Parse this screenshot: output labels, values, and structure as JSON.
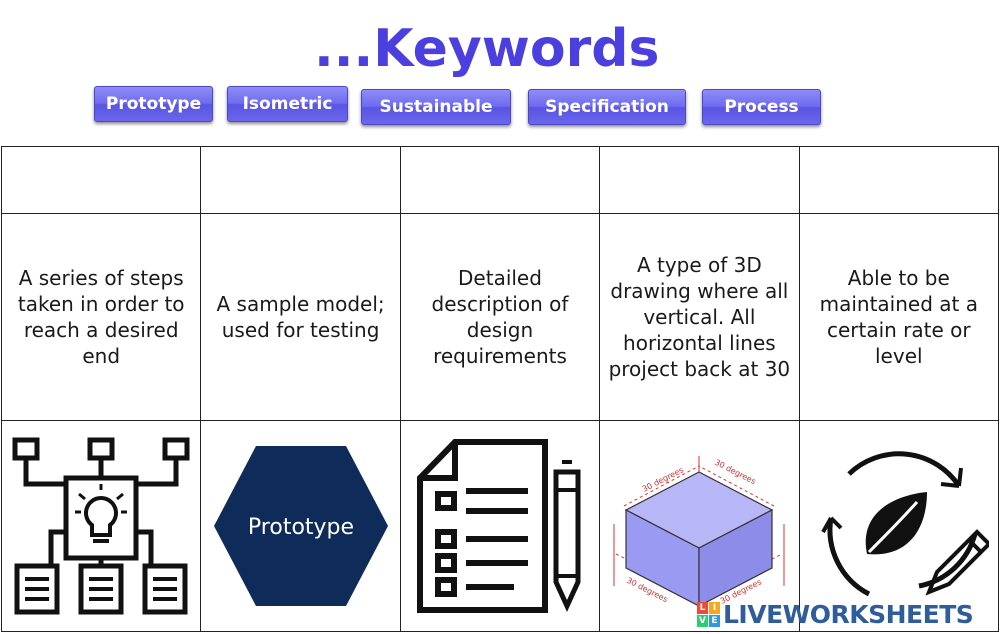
{
  "title": "...Keywords",
  "keywords": [
    "Prototype",
    "Isometric",
    "Sustainable",
    "Specification",
    "Process"
  ],
  "definitions": [
    "A series of steps taken in order to reach a desired end",
    "A sample model; used for testing",
    "Detailed description of design requirements",
    "A type of 3D drawing where all vertical. All horizontal lines project back at 30",
    "Able to be maintained at a certain rate or level"
  ],
  "images": [
    {
      "icon": "flowchart-lightbulb-icon"
    },
    {
      "icon": "prototype-hexagon-icon",
      "label": "Prototype",
      "color": "#0f2b5a"
    },
    {
      "icon": "specification-document-pencil-icon"
    },
    {
      "icon": "isometric-cube-icon",
      "caption": "30 degrees",
      "color": "#9a9af2"
    },
    {
      "icon": "sustainable-leaf-pencil-icon"
    }
  ],
  "brand": {
    "logo_letters": [
      "L",
      "I",
      "V",
      "E"
    ],
    "name": "LIVEWORKSHEETS"
  },
  "colors": {
    "accent": "#5a55e2",
    "title": "#4b3fe0",
    "brand": "#2f5d9c"
  }
}
